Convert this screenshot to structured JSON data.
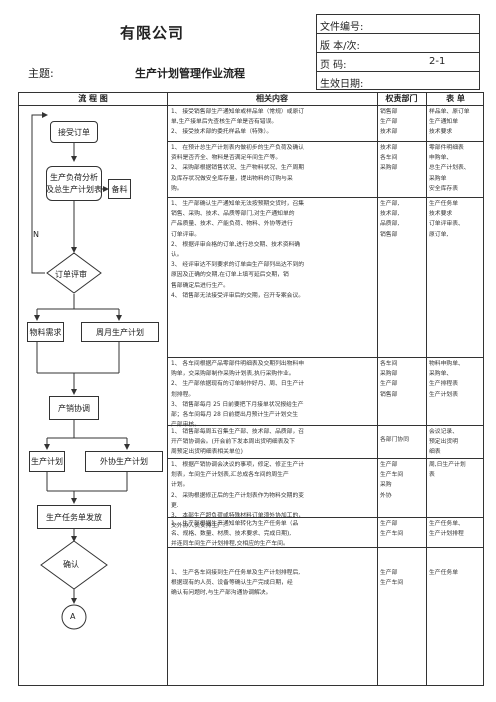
{
  "header": {
    "company": "有限公司",
    "theme_label": "主题:",
    "process_title": "生产计划管理作业流程",
    "meta": {
      "doc_no_label": "文件编号:",
      "version_label": "版 本/次:",
      "page_label": "页      码:",
      "page_value": "2-1",
      "effective_label": "生效日期:"
    }
  },
  "table": {
    "col_flow": "流  程  图",
    "col_content": "相关内容",
    "col_dept": "权责部门",
    "col_form": "表   单"
  },
  "flow": {
    "receive_order": "接受订单",
    "analysis": "生产负荷分析\n及总生产计划表",
    "stock": "备料",
    "review": "订单评审",
    "n_label": "N",
    "material_demand": "物料需求",
    "weekly_plan": "周月生产计划",
    "coordination": "产销协调",
    "production_plan": "生产计划",
    "outsource_plan": "外协生产计划",
    "dispatch": "生产任务单发放",
    "confirm": "确认",
    "connector": "A"
  },
  "rows": [
    {
      "content": "1、 接受销售部生产通知单或样品单（常规）或原订\n单,生产接单后先查核生产单是否有错误。\n2、 接受技术部的委托样品单（特殊）。",
      "dept": "销售部\n生产部\n技术部",
      "form": "样品单、原订单\n生产通知单\n技术要求"
    },
    {
      "content": "1、 在预计总生产计划表内做初步的生产负荷及确认\n资料是否齐全、物料是否满足年间生产等。\n2、 采购部根据销售状况、生产物料状况、生产周期\n及库存状况做安全库存量，提出物料的订购与采\n购。",
      "dept": "技术部\n各车间\n采购部",
      "form": "零部件明细表\n申购单、\n总生产计划表、\n采购单\n安全库存表"
    },
    {
      "content": "1、 生产部确认生产通知单无法按预期交货时，召集\n销售、采购、技术、品质等部门,对生产通知单的\n产品质量、技术、产能负荷、物料、外协等进行\n订单评审。\n2、 根据评审合格的订单,进行总交期、技术资料确\n认。\n3、 经评审达不到要求的订单由生产部列出达不到的\n原因及正确的交期,在订单上填写延后交期，销\n售部确定后进行生产。\n4、 销售部无法接受评审后的交期，召开专案会议。",
      "dept": "生产部,\n技术部,\n品质部,\n销售部",
      "form": "生产任务单\n技术要求\n订单评审表、\n原订单,"
    },
    {
      "content": "1、 各车间根据产品零部件明细表及交期列出物料申\n购单，交采购部制作采购计划表,执行采购作业。\n2、 生产部依据现有的订单制作好月、周、日生产计\n划排程。\n3、 销售部每月 25 日前要把下月接单状况报给生产\n部；各车间每月 28 日前提出月预计生产计划交生\n产部审核。",
      "dept": "各车间\n采购部\n生产部\n销售部",
      "form": "物料申购单、\n采购单、\n生产排程表\n生产计划表"
    },
    {
      "content": "1、 销售部每周五召集生产部、技术部、品质部，召\n开产销协调会。(开会前下发本周出货明细表及下\n周预定出货明细表相关单位)",
      "dept": "各部门协同",
      "form": "会议记录、\n预定出货明\n细表"
    },
    {
      "content": "1、 根据产销协调会决议的事项，修定、修正生产计\n划表，车间生产计划表,汇总成各车间的周生产\n计划。\n2、 采购根据修正后的生产计划表作为物料交期的变\n更.\n3、 本部生产超负荷或特殊材料订单须外协加工的，\n交外协人员安排生产.",
      "dept": "生产部\n生产车间\n采购\n外协",
      "form": "周,日生产计划\n表"
    },
    {
      "content": "1、 生产部根据生产通知单转化为生产任务单（品\n名、规格、数量、材质、技术要求、完成日期),\n并连同车间生产计划排程,交相应的生产车间。",
      "dept": "生产部\n生产车间",
      "form": "生产任务单、\n生产计划排程"
    },
    {
      "content": "1、 生产各车间接到生产任务单及生产计划排程后,\n根据现有的人员、设备等确认生产完成日期，经\n确认有问题时,与生产部沟通协调解决。",
      "dept": "生产部\n生产车间",
      "form": "生产任务单"
    }
  ]
}
